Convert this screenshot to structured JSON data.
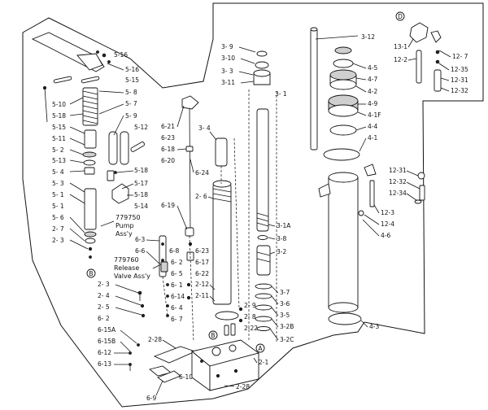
{
  "diagram": {
    "part_labels": {
      "5-16": "5-16",
      "5-15": "5-15",
      "5-8": "5- 8",
      "5-7": "5- 7",
      "5-9": "5- 9",
      "5-10": "5-10",
      "5-18a": "5-18",
      "5-15b": "5-15",
      "5-11": "5-11",
      "5-2": "5- 2",
      "5-13": "5-13",
      "5-4": "5- 4",
      "5-3": "5- 3",
      "5-1": "5- 1",
      "5-6": "5- 6",
      "2-7a": "2- 7",
      "2-3a": "2- 3",
      "5-12": "5-12",
      "5-18b": "5-18",
      "5-17": "5-17",
      "5-18c": "5-18",
      "5-14": "5-14",
      "6-21": "6-21",
      "6-23a": "6-23",
      "6-18": "6-18",
      "6-20": "6-20",
      "6-24": "6-24",
      "3-4": "3- 4",
      "2-6": "2- 6",
      "6-19": "6-19",
      "6-3": "6-3",
      "6-6": "6-6",
      "6-8": "6-8",
      "6-23b": "6-23",
      "6-17": "6-17",
      "6-22": "6-22",
      "6-5": "6- 5",
      "6-1": "6- 1",
      "6-14": "6-14",
      "6-4": "6- 4",
      "6-7": "6- 7",
      "6-2": "6- 2",
      "2-12": "2-12",
      "2-11": "2-11",
      "2-9": "2- 9",
      "2-8": "2- 8",
      "2-22": "2-22",
      "2-3b": "2- 3",
      "2-4": "2- 4",
      "2-5": "2- 5",
      "6-15A": "6-15A",
      "6-15B": "6-15B",
      "6-12": "6-12",
      "6-13": "6-13",
      "2-28a": "2-28",
      "6-9": "6-9",
      "6-10": "6-10",
      "2-28b": "2-28",
      "2-1": "2-1",
      "3-9": "3- 9",
      "3-10": "3-10",
      "3-3": "3- 3",
      "3-11": "3-11",
      "3-1": "3- 1",
      "3-1A": "3-1A",
      "3-8": "3-8",
      "3-2": "3-2",
      "3-7": "3-7",
      "3-6": "3-6",
      "3-5": "3-5",
      "3-2B": "3-2B",
      "3-2C": "3-2C",
      "3-12": "3-12",
      "4-5": "4-5",
      "4-7": "4-7",
      "4-2": "4-2",
      "4-9": "4-9",
      "4-1F": "4-1F",
      "4-4": "4-4",
      "4-1": "4-1",
      "12-3": "12-3",
      "12-4": "12-4",
      "4-6": "4-6",
      "4-3": "4-3",
      "13-1": "13-1",
      "12-2": "12-2",
      "12-7": "12- 7",
      "12-35": "12-35",
      "12-31a": "12-31",
      "12-32a": "12-32",
      "12-31b": "12-31",
      "12-32b": "12-32",
      "12-34": "12-34"
    },
    "callouts": {
      "pump_number": "779750",
      "pump_name": "Pump",
      "pump_assy": "Ass'y",
      "release_number": "779760",
      "release_name": "Release",
      "release_assy": "Valve Ass'y"
    },
    "markers": {
      "A": "A",
      "B_left": "B",
      "B_center": "B",
      "D": "D"
    }
  }
}
